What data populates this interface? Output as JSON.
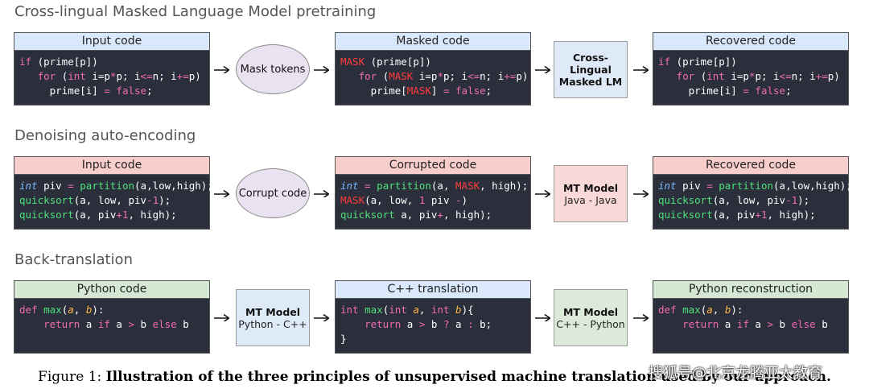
{
  "sections": [
    {
      "title": "Cross-lingual Masked Language Model pretraining",
      "input": {
        "header": "Input code",
        "header_color": "#dae8fc",
        "lines": [
          [
            {
              "t": "if ",
              "c": "#f26bb5"
            },
            {
              "t": "(prime[p])",
              "c": "#ffffff"
            }
          ],
          [
            {
              "t": "   for ",
              "c": "#f26bb5"
            },
            {
              "t": "(",
              "c": "#ffffff"
            },
            {
              "t": "int",
              "c": "#f26bb5"
            },
            {
              "t": " i=p",
              "c": "#ffffff"
            },
            {
              "t": "*",
              "c": "#f26bb5"
            },
            {
              "t": "p; i",
              "c": "#ffffff"
            },
            {
              "t": "<=",
              "c": "#f26bb5"
            },
            {
              "t": "n; i",
              "c": "#ffffff"
            },
            {
              "t": "+=",
              "c": "#f26bb5"
            },
            {
              "t": "p)",
              "c": "#ffffff"
            }
          ],
          [
            {
              "t": "     prime[i] ",
              "c": "#ffffff"
            },
            {
              "t": "=",
              "c": "#f26bb5"
            },
            {
              "t": " ",
              "c": "#ffffff"
            },
            {
              "t": "false",
              "c": "#f26bb5"
            },
            {
              "t": ";",
              "c": "#ffffff"
            }
          ]
        ]
      },
      "op": {
        "kind": "ellipse",
        "label": "Mask tokens"
      },
      "middle": {
        "header": "Masked code",
        "header_color": "#dae8fc",
        "lines": [
          [
            {
              "t": "MASK",
              "c": "#ff3b3b"
            },
            {
              "t": " (prime[p])",
              "c": "#ffffff"
            }
          ],
          [
            {
              "t": "   for ",
              "c": "#f26bb5"
            },
            {
              "t": "(",
              "c": "#ffffff"
            },
            {
              "t": "MASK",
              "c": "#ff3b3b"
            },
            {
              "t": " i=p",
              "c": "#ffffff"
            },
            {
              "t": "*",
              "c": "#f26bb5"
            },
            {
              "t": "p; i",
              "c": "#ffffff"
            },
            {
              "t": "<=",
              "c": "#f26bb5"
            },
            {
              "t": "n; i",
              "c": "#ffffff"
            },
            {
              "t": "+=",
              "c": "#f26bb5"
            },
            {
              "t": "p)",
              "c": "#ffffff"
            }
          ],
          [
            {
              "t": "     prime[",
              "c": "#ffffff"
            },
            {
              "t": "MASK",
              "c": "#ff3b3b"
            },
            {
              "t": "] ",
              "c": "#ffffff"
            },
            {
              "t": "=",
              "c": "#f26bb5"
            },
            {
              "t": " ",
              "c": "#ffffff"
            },
            {
              "t": "false",
              "c": "#f26bb5"
            },
            {
              "t": ";",
              "c": "#ffffff"
            }
          ]
        ]
      },
      "model": {
        "title_lines": [
          "Cross-Lingual",
          "Masked LM"
        ],
        "sub": "",
        "color": "#dfeaf9"
      },
      "output": {
        "header": "Recovered code",
        "header_color": "#dae8fc",
        "lines": [
          [
            {
              "t": "if ",
              "c": "#f26bb5"
            },
            {
              "t": "(prime[p])",
              "c": "#ffffff"
            }
          ],
          [
            {
              "t": "   for ",
              "c": "#f26bb5"
            },
            {
              "t": "(",
              "c": "#ffffff"
            },
            {
              "t": "int",
              "c": "#f26bb5"
            },
            {
              "t": " i=p",
              "c": "#ffffff"
            },
            {
              "t": "*",
              "c": "#f26bb5"
            },
            {
              "t": "p; i",
              "c": "#ffffff"
            },
            {
              "t": "<=",
              "c": "#f26bb5"
            },
            {
              "t": "n; i",
              "c": "#ffffff"
            },
            {
              "t": "+=",
              "c": "#f26bb5"
            },
            {
              "t": "p)",
              "c": "#ffffff"
            }
          ],
          [
            {
              "t": "     prime[i] ",
              "c": "#ffffff"
            },
            {
              "t": "=",
              "c": "#f26bb5"
            },
            {
              "t": " ",
              "c": "#ffffff"
            },
            {
              "t": "false",
              "c": "#f26bb5"
            },
            {
              "t": ";",
              "c": "#ffffff"
            }
          ]
        ]
      }
    },
    {
      "title": "Denoising auto-encoding",
      "input": {
        "header": "Input code",
        "header_color": "#f8cecc",
        "lines": [
          [
            {
              "t": "int",
              "c": "#7ab8ff",
              "i": true
            },
            {
              "t": " piv ",
              "c": "#ffffff"
            },
            {
              "t": "=",
              "c": "#f26bb5"
            },
            {
              "t": " ",
              "c": "#ffffff"
            },
            {
              "t": "partition",
              "c": "#4ee07a"
            },
            {
              "t": "(a,low,high);",
              "c": "#ffffff"
            }
          ],
          [
            {
              "t": "quicksort",
              "c": "#4ee07a"
            },
            {
              "t": "(a, low, piv",
              "c": "#ffffff"
            },
            {
              "t": "-1",
              "c": "#f26bb5"
            },
            {
              "t": ");",
              "c": "#ffffff"
            }
          ],
          [
            {
              "t": "quicksort",
              "c": "#4ee07a"
            },
            {
              "t": "(a, piv",
              "c": "#ffffff"
            },
            {
              "t": "+1",
              "c": "#f26bb5"
            },
            {
              "t": ", high);",
              "c": "#ffffff"
            }
          ]
        ]
      },
      "op": {
        "kind": "ellipse",
        "label": "Corrupt code"
      },
      "middle": {
        "header": "Corrupted code",
        "header_color": "#f8cecc",
        "lines": [
          [
            {
              "t": "int",
              "c": "#7ab8ff",
              "i": true
            },
            {
              "t": " ",
              "c": "#ffffff"
            },
            {
              "t": "=",
              "c": "#f26bb5"
            },
            {
              "t": " ",
              "c": "#ffffff"
            },
            {
              "t": "partition",
              "c": "#4ee07a"
            },
            {
              "t": "(a, ",
              "c": "#ffffff"
            },
            {
              "t": "MASK",
              "c": "#ff3b3b"
            },
            {
              "t": ", high);",
              "c": "#ffffff"
            }
          ],
          [
            {
              "t": "MASK",
              "c": "#ff3b3b"
            },
            {
              "t": "(a, low, ",
              "c": "#ffffff"
            },
            {
              "t": "1",
              "c": "#f26bb5"
            },
            {
              "t": " piv ",
              "c": "#ffffff"
            },
            {
              "t": "-",
              "c": "#f26bb5"
            },
            {
              "t": ")",
              "c": "#ffffff"
            }
          ],
          [
            {
              "t": "quicksort",
              "c": "#4ee07a"
            },
            {
              "t": " a, piv",
              "c": "#ffffff"
            },
            {
              "t": "+",
              "c": "#f26bb5"
            },
            {
              "t": ", high);",
              "c": "#ffffff"
            }
          ]
        ]
      },
      "model": {
        "title_lines": [
          "MT Model"
        ],
        "sub": "Java - Java",
        "color": "#f9d9d7"
      },
      "output": {
        "header": "Recovered code",
        "header_color": "#f8cecc",
        "lines": [
          [
            {
              "t": "int",
              "c": "#7ab8ff",
              "i": true
            },
            {
              "t": " piv ",
              "c": "#ffffff"
            },
            {
              "t": "=",
              "c": "#f26bb5"
            },
            {
              "t": " ",
              "c": "#ffffff"
            },
            {
              "t": "partition",
              "c": "#4ee07a"
            },
            {
              "t": "(a,low,high);",
              "c": "#ffffff"
            }
          ],
          [
            {
              "t": "quicksort",
              "c": "#4ee07a"
            },
            {
              "t": "(a, low, piv",
              "c": "#ffffff"
            },
            {
              "t": "-1",
              "c": "#f26bb5"
            },
            {
              "t": ");",
              "c": "#ffffff"
            }
          ],
          [
            {
              "t": "quicksort",
              "c": "#4ee07a"
            },
            {
              "t": "(a, piv",
              "c": "#ffffff"
            },
            {
              "t": "+1",
              "c": "#f26bb5"
            },
            {
              "t": ", high);",
              "c": "#ffffff"
            }
          ]
        ]
      }
    },
    {
      "title": "Back-translation",
      "input": {
        "header": "Python code",
        "header_color": "#d5e8d4",
        "lines": [
          [
            {
              "t": "def ",
              "c": "#f26bb5"
            },
            {
              "t": "max",
              "c": "#4ee07a"
            },
            {
              "t": "(",
              "c": "#ffffff"
            },
            {
              "t": "a",
              "c": "#ffb347",
              "i": true
            },
            {
              "t": ", ",
              "c": "#ffffff"
            },
            {
              "t": "b",
              "c": "#ffb347",
              "i": true
            },
            {
              "t": "):",
              "c": "#ffffff"
            }
          ],
          [
            {
              "t": "    return",
              "c": "#f26bb5"
            },
            {
              "t": " a ",
              "c": "#ffffff"
            },
            {
              "t": "if",
              "c": "#f26bb5"
            },
            {
              "t": " a ",
              "c": "#ffffff"
            },
            {
              "t": ">",
              "c": "#f26bb5"
            },
            {
              "t": " b ",
              "c": "#ffffff"
            },
            {
              "t": "else",
              "c": "#f26bb5"
            },
            {
              "t": " b",
              "c": "#ffffff"
            }
          ]
        ]
      },
      "op": {
        "kind": "model",
        "title_lines": [
          "MT Model"
        ],
        "sub": "Python - C++",
        "color": "#dfeaf9"
      },
      "middle": {
        "header": "C++ translation",
        "header_color": "#dae8fc",
        "lines": [
          [
            {
              "t": "int ",
              "c": "#f26bb5"
            },
            {
              "t": "max",
              "c": "#4ee07a"
            },
            {
              "t": "(",
              "c": "#ffffff"
            },
            {
              "t": "int ",
              "c": "#f26bb5"
            },
            {
              "t": "a",
              "c": "#ffb347",
              "i": true
            },
            {
              "t": ", ",
              "c": "#ffffff"
            },
            {
              "t": "int ",
              "c": "#f26bb5"
            },
            {
              "t": "b",
              "c": "#ffb347",
              "i": true
            },
            {
              "t": "){",
              "c": "#ffffff"
            }
          ],
          [
            {
              "t": "    return",
              "c": "#f26bb5"
            },
            {
              "t": " a ",
              "c": "#ffffff"
            },
            {
              "t": ">",
              "c": "#f26bb5"
            },
            {
              "t": " b ",
              "c": "#ffffff"
            },
            {
              "t": "?",
              "c": "#f26bb5"
            },
            {
              "t": " a ",
              "c": "#ffffff"
            },
            {
              "t": ":",
              "c": "#f26bb5"
            },
            {
              "t": " b;",
              "c": "#ffffff"
            }
          ],
          [
            {
              "t": "}",
              "c": "#ffffff"
            }
          ]
        ]
      },
      "model": {
        "title_lines": [
          "MT Model"
        ],
        "sub": "C++ - Python",
        "color": "#dcebd9"
      },
      "output": {
        "header": "Python reconstruction",
        "header_color": "#d5e8d4",
        "lines": [
          [
            {
              "t": "def ",
              "c": "#f26bb5"
            },
            {
              "t": "max",
              "c": "#4ee07a"
            },
            {
              "t": "(",
              "c": "#ffffff"
            },
            {
              "t": "a",
              "c": "#ffb347",
              "i": true
            },
            {
              "t": ", ",
              "c": "#ffffff"
            },
            {
              "t": "b",
              "c": "#ffb347",
              "i": true
            },
            {
              "t": "):",
              "c": "#ffffff"
            }
          ],
          [
            {
              "t": "    return",
              "c": "#f26bb5"
            },
            {
              "t": " a ",
              "c": "#ffffff"
            },
            {
              "t": "if",
              "c": "#f26bb5"
            },
            {
              "t": " a ",
              "c": "#ffffff"
            },
            {
              "t": ">",
              "c": "#f26bb5"
            },
            {
              "t": " b ",
              "c": "#ffffff"
            },
            {
              "t": "else",
              "c": "#f26bb5"
            },
            {
              "t": " b",
              "c": "#ffffff"
            }
          ]
        ]
      }
    }
  ],
  "caption": {
    "label": "Figure 1: ",
    "text": "Illustration of the three principles of unsupervised machine translation used by our approach."
  },
  "watermark": "搜狐号@北京龙腾亚太教育"
}
